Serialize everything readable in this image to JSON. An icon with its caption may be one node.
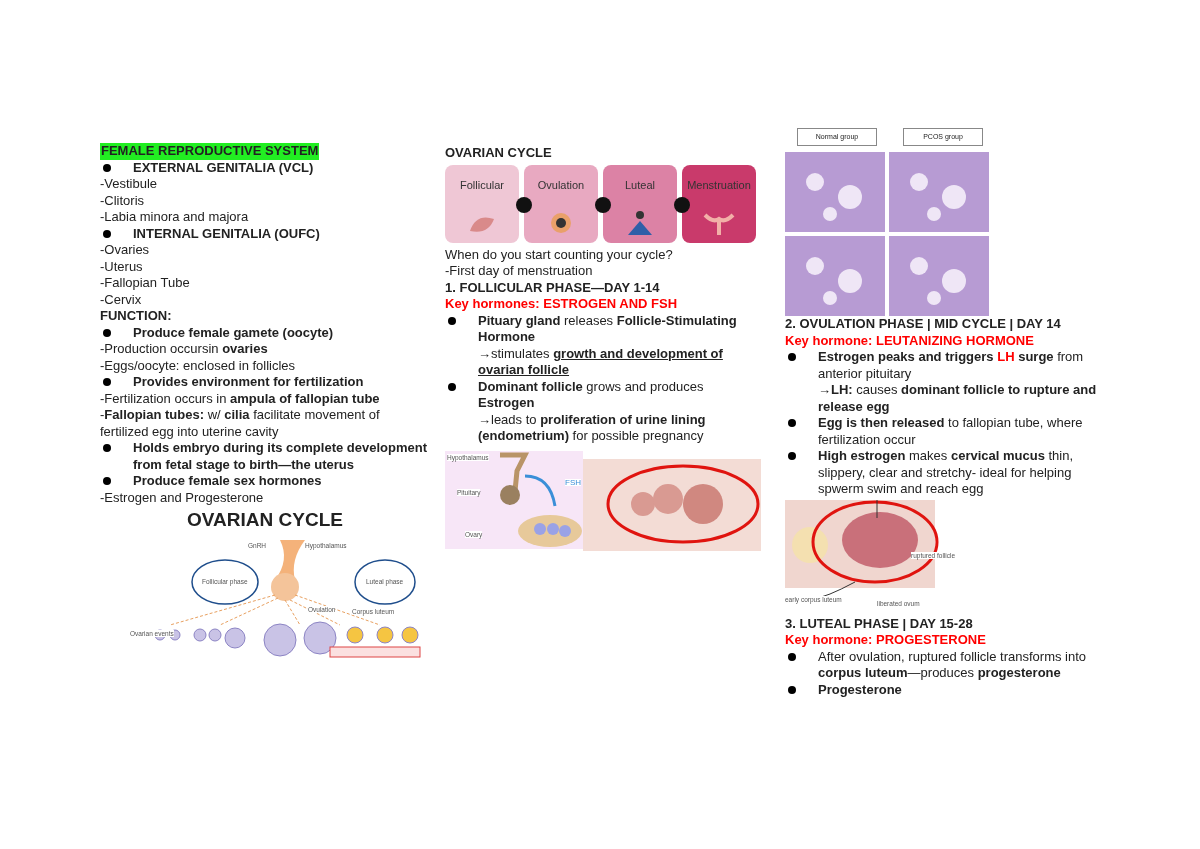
{
  "diagram": {
    "nodes": [
      {
        "text": [
          "Follicular"
        ]
      },
      {
        "text": [
          "Ovulation"
        ]
      },
      {
        "text": [
          "Luteal"
        ]
      },
      {
        "text": [
          "Menstruation"
        ]
      },
      {
        "text": [
          "Normal group"
        ]
      },
      {
        "text": [
          "PCOS group"
        ]
      }
    ],
    "labels": [
      "FEMALE REPRODUCTIVE SYSTEM",
      "EXTERNAL GENITALIA (VCL)",
      "-Vestibule",
      "-Clitoris",
      "-Labia minora and majora",
      "INTERNAL GENITALIA (OUFC)",
      "-Ovaries",
      "-Uterus",
      "-Fallopian Tube",
      "-Cervix",
      "FUNCTION:",
      "Produce female gamete (oocyte)",
      "-Production occursin **ovaries**",
      "-Eggs/oocyte: enclosed in follicles",
      "Provides environment for fertilization",
      "-Fertilization occurs in **ampula of fallopian tube**",
      "-**Fallopian tubes:** w/ **cilia** facilitate movement of fertilized egg into uterine cavity",
      "Holds embryo during its complete development from fetal stage to birth—the uterus",
      "Produce female sex hormones",
      "-Estrogen and Progesterone",
      "OVARIAN CYCLE",
      "GnRH",
      "Hypothalamus",
      "Follicular phase",
      "Luteal phase",
      "Ovulation",
      "Corpus luteum",
      "Ovarian events",
      "OVARIAN CYCLE",
      "When do you start counting your cycle?",
      "-First day of menstruation",
      "1. FOLLICULAR PHASE—DAY 1-14",
      "Key hormones: ESTROGEN AND FSH",
      "**Pituary gland** releases **Follicle-Stimulating Hormone**",
      "→stimulates **growth and development of ovarian follicle**",
      "**Dominant follicle** grows and produces **Estrogen**",
      "→leads to **proliferation of urine lining (endometrium)** for possible pregnancy",
      "Hypothalamus",
      "Pituitary",
      "FSH",
      "Ovary",
      "2. OVULATION PHASE | MID CYCLE | DAY 14",
      "Key hormone: LEUTANIZING HORMONE",
      "**Estrogen peaks and triggers** **LH** **surge** from anterior pituitary",
      "→**LH:** causes **dominant follicle to rupture and release egg**",
      "**Egg is then released** to fallopian tube, where fertilization occur",
      "**High estrogen** makes **cervical mucus** thin, slippery, clear and stretchy-  ideal for helping spwerm swim and reach egg",
      "ruptured follicle",
      "early corpus luteum",
      "liberated ovum",
      "3. LUTEAL PHASE | DAY 15-28",
      "Key hormone: PROGESTERONE",
      "After ovulation, ruptured follicle transforms into **corpus luteum**—produces **progesterone**",
      "Progesterone"
    ]
  }
}
